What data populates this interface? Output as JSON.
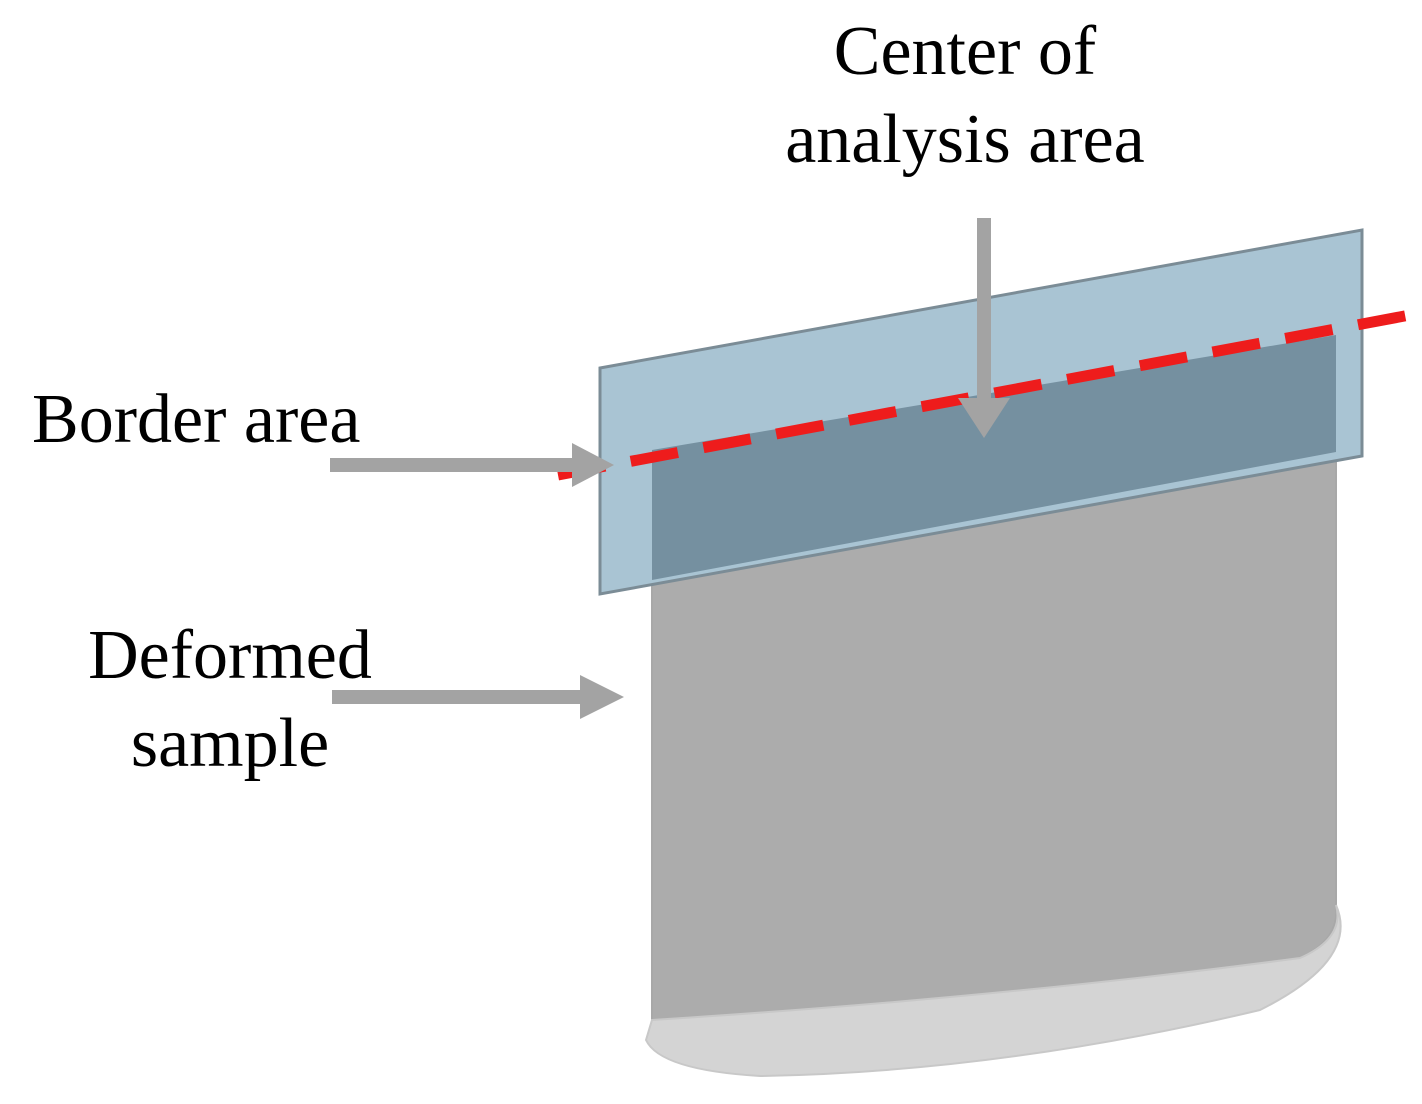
{
  "labels": {
    "center_line1": "Center of",
    "center_line2": "analysis area",
    "border": "Border area",
    "deformed_line1": "Deformed",
    "deformed_line2": "sample"
  },
  "colors": {
    "sample_body": "#acacac",
    "sample_bottom": "#d4d4d4",
    "border_band": "#a9c4d3",
    "border_band_overlap": "#7590a0",
    "border_outline": "#7b8c96",
    "dashed_line": "#ee1c1c",
    "arrow": "#a3a3a3"
  }
}
